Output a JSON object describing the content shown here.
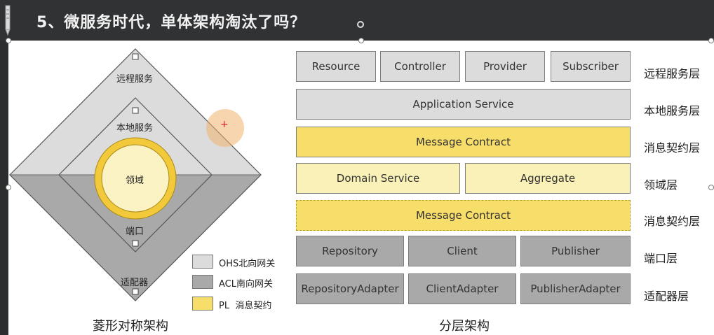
{
  "title": "5、微服务时代，单体架构淘汰了吗？",
  "diamond": {
    "remote_label": "远程服务",
    "local_label": "本地服务",
    "domain_label": "领域",
    "port_label": "端口",
    "adapter_label": "适配器",
    "caption": "菱形对称架构"
  },
  "legend": [
    {
      "label": "OHS北向网关",
      "color": "#dcdcdc"
    },
    {
      "label": "ACL南向网关",
      "color": "#a9a9a9"
    },
    {
      "label": "PL  消息契约",
      "color": "#f7dd6a"
    }
  ],
  "layers": {
    "caption": "分层架构",
    "row1": [
      "Resource",
      "Controller",
      "Provider",
      "Subscriber"
    ],
    "row2": [
      "Application Service"
    ],
    "row3": [
      "Message Contract"
    ],
    "row4": [
      "Domain Service",
      "Aggregate"
    ],
    "row5": [
      "Message Contract"
    ],
    "row6": [
      "Repository",
      "Client",
      "Publisher"
    ],
    "row7": [
      "RepositoryAdapter",
      "ClientAdapter",
      "PublisherAdapter"
    ],
    "labels": [
      "远程服务层",
      "本地服务层",
      "消息契约层",
      "领域层",
      "消息契约层",
      "端口层",
      "适配器层"
    ]
  },
  "colors": {
    "ohs": "#dcdcdc",
    "acl": "#a9a9a9",
    "pl": "#f7dd6a",
    "domain": "#faf1b8"
  }
}
